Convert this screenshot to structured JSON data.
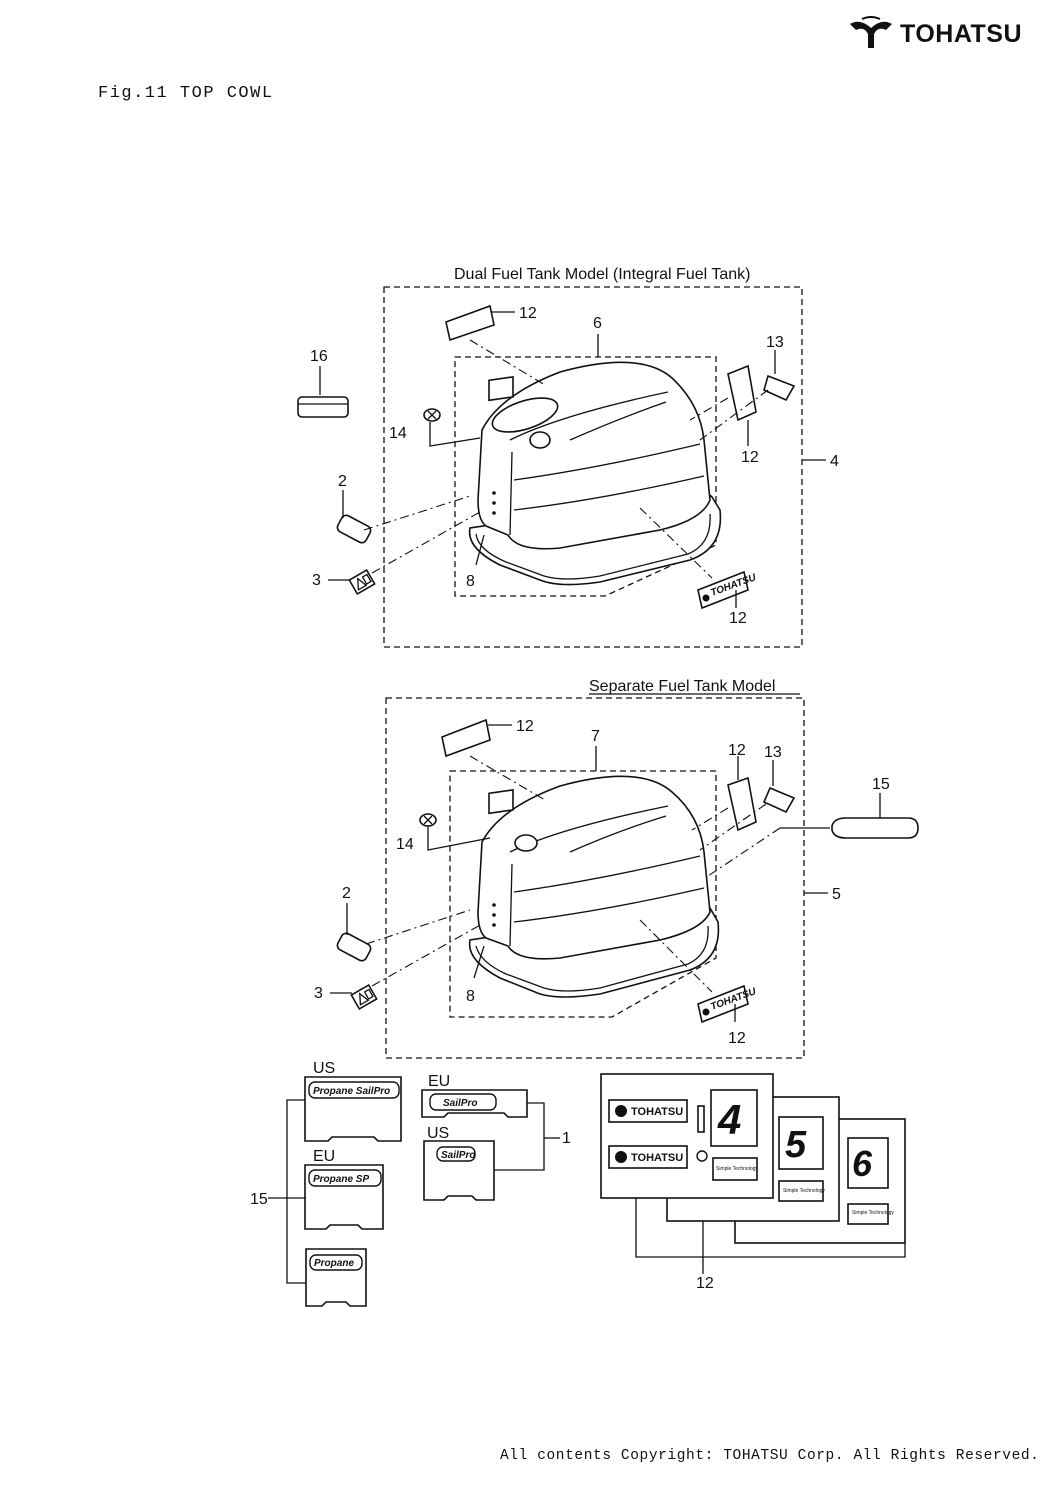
{
  "brand": {
    "name": "TOHATSU",
    "logo_icon": "tohatsu-logo-icon"
  },
  "figure_title": "Fig.11 TOP COWL",
  "copyright": "All contents Copyright: TOHATSU Corp. All Rights Reserved.",
  "sections": {
    "dual": {
      "title": "Dual Fuel Tank Model (Integral Fuel Tank)"
    },
    "separate": {
      "title": "Separate Fuel Tank Model"
    }
  },
  "callouts": {
    "dual": {
      "p16": "16",
      "p14": "14",
      "p2": "2",
      "p3": "3",
      "p12a": "12",
      "p6": "6",
      "p13": "13",
      "p12b": "12",
      "p4": "4",
      "p8": "8",
      "p12c": "12"
    },
    "separate": {
      "p12a": "12",
      "p7": "7",
      "p12b": "12",
      "p13": "13",
      "p15": "15",
      "p14": "14",
      "p2": "2",
      "p5": "5",
      "p3": "3",
      "p8": "8",
      "p12c": "12"
    },
    "decals": {
      "p15": "15",
      "p1": "1",
      "p12": "12"
    }
  },
  "decal_sets": {
    "us_label_a": "US",
    "eu_label_a": "EU",
    "eu_label_b": "EU",
    "us_label_b": "US",
    "propane_sailpro": "Propane SailPro",
    "propane_sp": "Propane SP",
    "propane": "Propane",
    "sailpro_eu": "SailPro",
    "sailpro_us": "SailPro",
    "tohatsu_decal_1": "TOHATSU",
    "tohatsu_decal_2": "TOHATSU",
    "cowl_decal": "TOHATSU",
    "hp_4": "4",
    "hp_5": "5",
    "hp_6": "6",
    "simple_tech": "Simple Technology"
  }
}
